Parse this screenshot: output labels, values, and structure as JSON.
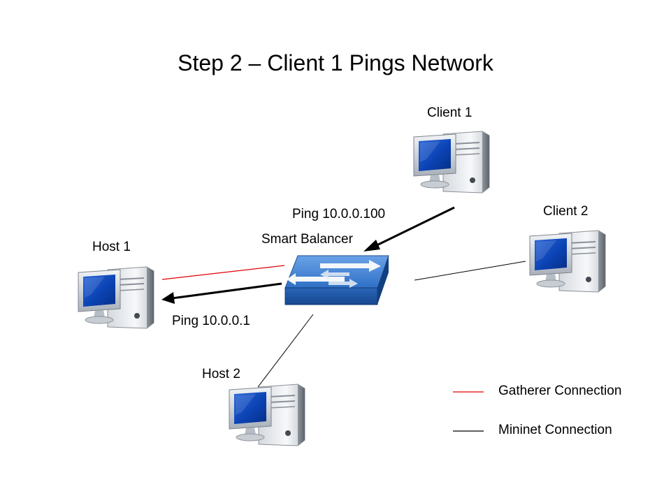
{
  "title": "Step 2 – Client 1 Pings Network",
  "nodes": {
    "client1": "Client 1",
    "client2": "Client 2",
    "host1": "Host 1",
    "host2": "Host 2",
    "switch": "Smart Balancer"
  },
  "pings": {
    "to_switch": "Ping 10.0.0.100",
    "to_host1": "Ping 10.0.0.1"
  },
  "legend": {
    "gatherer": "Gatherer Connection",
    "mininet": "Mininet Connection"
  },
  "colors": {
    "gatherer": "#e00000",
    "mininet": "#000000",
    "switch_blue": "#2a6fc2"
  },
  "icons": [
    "computer-icon",
    "network-switch-icon"
  ]
}
